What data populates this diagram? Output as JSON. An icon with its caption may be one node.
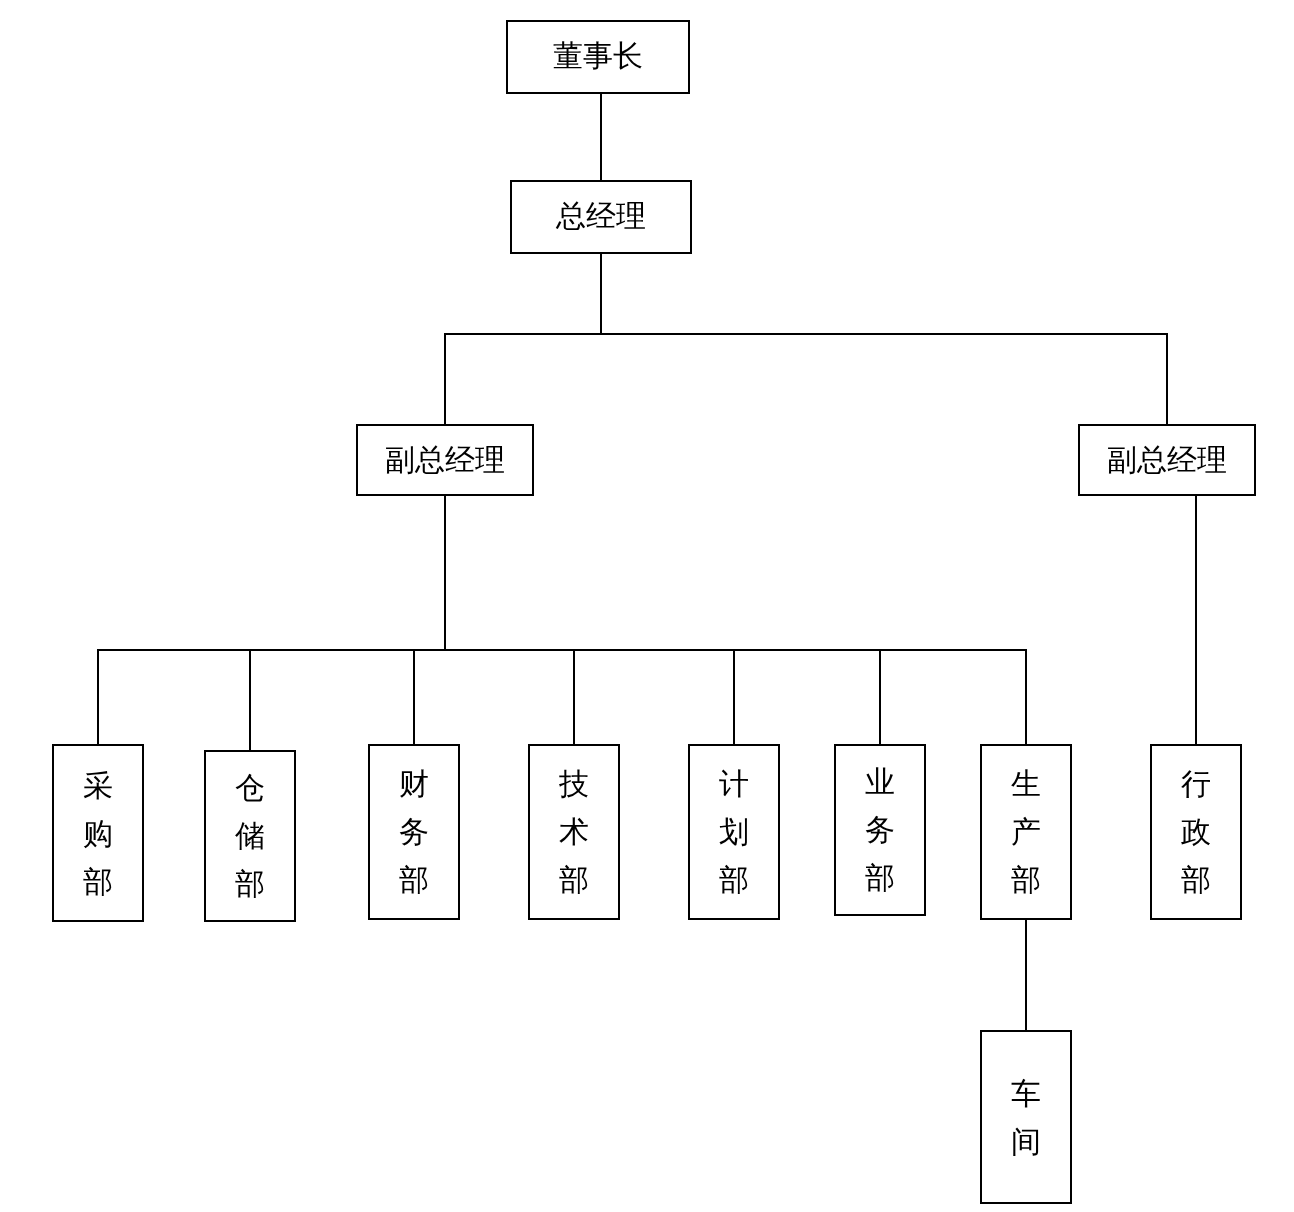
{
  "diagram": {
    "nodes": [
      {
        "text": [
          "董事长"
        ]
      },
      {
        "text": [
          "总经理"
        ]
      },
      {
        "text": [
          "副总经理"
        ]
      },
      {
        "text": [
          "副总经理"
        ]
      },
      {
        "text": [
          "采购部"
        ]
      },
      {
        "text": [
          "仓储部"
        ]
      },
      {
        "text": [
          "财务部"
        ]
      },
      {
        "text": [
          "技术部"
        ]
      },
      {
        "text": [
          "计划部"
        ]
      },
      {
        "text": [
          "业务部"
        ]
      },
      {
        "text": [
          "生产部"
        ]
      },
      {
        "text": [
          "行政部"
        ]
      },
      {
        "text": [
          "车间"
        ]
      }
    ],
    "edges": [
      {
        "from": 0,
        "to": 1,
        "arrow": "none"
      },
      {
        "from": 1,
        "to": 2,
        "arrow": "none"
      },
      {
        "from": 1,
        "to": 3,
        "arrow": "none"
      },
      {
        "from": 2,
        "to": 4,
        "arrow": "none"
      },
      {
        "from": 2,
        "to": 5,
        "arrow": "none"
      },
      {
        "from": 2,
        "to": 6,
        "arrow": "none"
      },
      {
        "from": 2,
        "to": 7,
        "arrow": "none"
      },
      {
        "from": 2,
        "to": 8,
        "arrow": "none"
      },
      {
        "from": 2,
        "to": 9,
        "arrow": "none"
      },
      {
        "from": 2,
        "to": 10,
        "arrow": "none"
      },
      {
        "from": 3,
        "to": 11,
        "arrow": "none"
      },
      {
        "from": 10,
        "to": 12,
        "arrow": "none"
      }
    ]
  }
}
